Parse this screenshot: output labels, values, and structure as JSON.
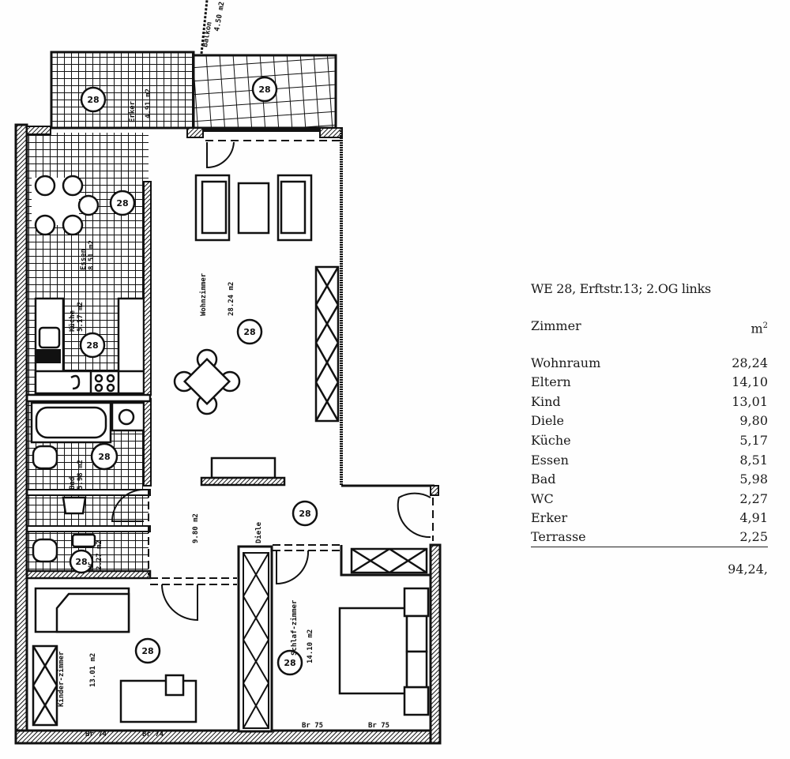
{
  "plan": {
    "unit_number": "28",
    "rooms": [
      {
        "name": "Wohnzimmer",
        "area": "28.24 m2"
      },
      {
        "name": "Essen",
        "area": "8.51 m2"
      },
      {
        "name": "Küche",
        "area": "5.17 m2"
      },
      {
        "name": "Bad",
        "area": "5.98 m2"
      },
      {
        "name": "WC",
        "area": "2.27 m2"
      },
      {
        "name": "Diele",
        "area": "9.80 m2"
      },
      {
        "name": "Schlaf-zimmer",
        "area": "14.10 m2"
      },
      {
        "name": "Kinder-zimmer",
        "area": "13.01 m2"
      },
      {
        "name": "Erker",
        "area": "4.91 m2"
      },
      {
        "name": "Balkon",
        "area": "4.50 m2"
      }
    ],
    "window_labels": [
      "Br 74",
      "Br 74",
      "Br 75",
      "Br 75"
    ]
  },
  "legend": {
    "title": "WE 28, Erftstr.13; 2.OG links",
    "col_room": "Zimmer",
    "col_area": "m",
    "col_area_sup": "2",
    "rows": [
      {
        "room": "Wohnraum",
        "area": "28,24"
      },
      {
        "room": "Eltern",
        "area": "14,10"
      },
      {
        "room": "Kind",
        "area": "13,01"
      },
      {
        "room": "Diele",
        "area": "9,80"
      },
      {
        "room": "Küche",
        "area": "5,17"
      },
      {
        "room": "Essen",
        "area": "8,51"
      },
      {
        "room": "Bad",
        "area": "5,98"
      },
      {
        "room": "WC",
        "area": "2,27"
      },
      {
        "room": "Erker",
        "area": "4,91"
      },
      {
        "room": "Terrasse",
        "area": "2,25"
      }
    ],
    "total": "94,24,"
  }
}
